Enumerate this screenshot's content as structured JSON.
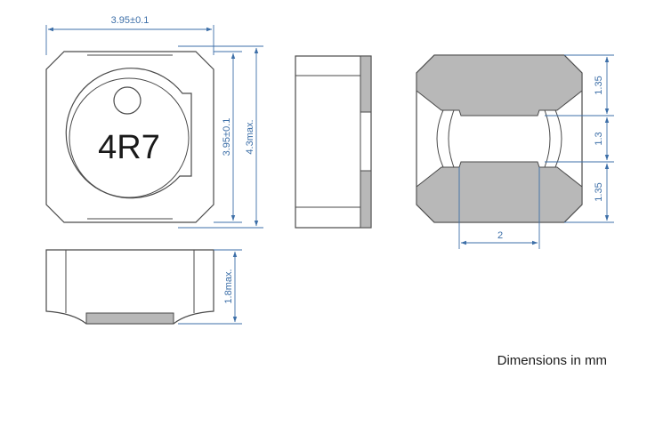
{
  "top_view": {
    "part_marking": "4R7",
    "width_label": "3.95±0.1",
    "height_label": "3.95±0.1",
    "max_height_label": "4.3max."
  },
  "front_view": {
    "thickness_label": "1.8max."
  },
  "bottom_view": {
    "pad_length_label": "1.35",
    "gap_label": "1.3",
    "pad_length_label_2": "1.35",
    "pad_width_label": "2"
  },
  "colors": {
    "outline": "#4a4a4a",
    "electrode_gray": "#b8b8b8",
    "dimension_blue": "#3d6fa8"
  },
  "note": "Dimensions in mm"
}
